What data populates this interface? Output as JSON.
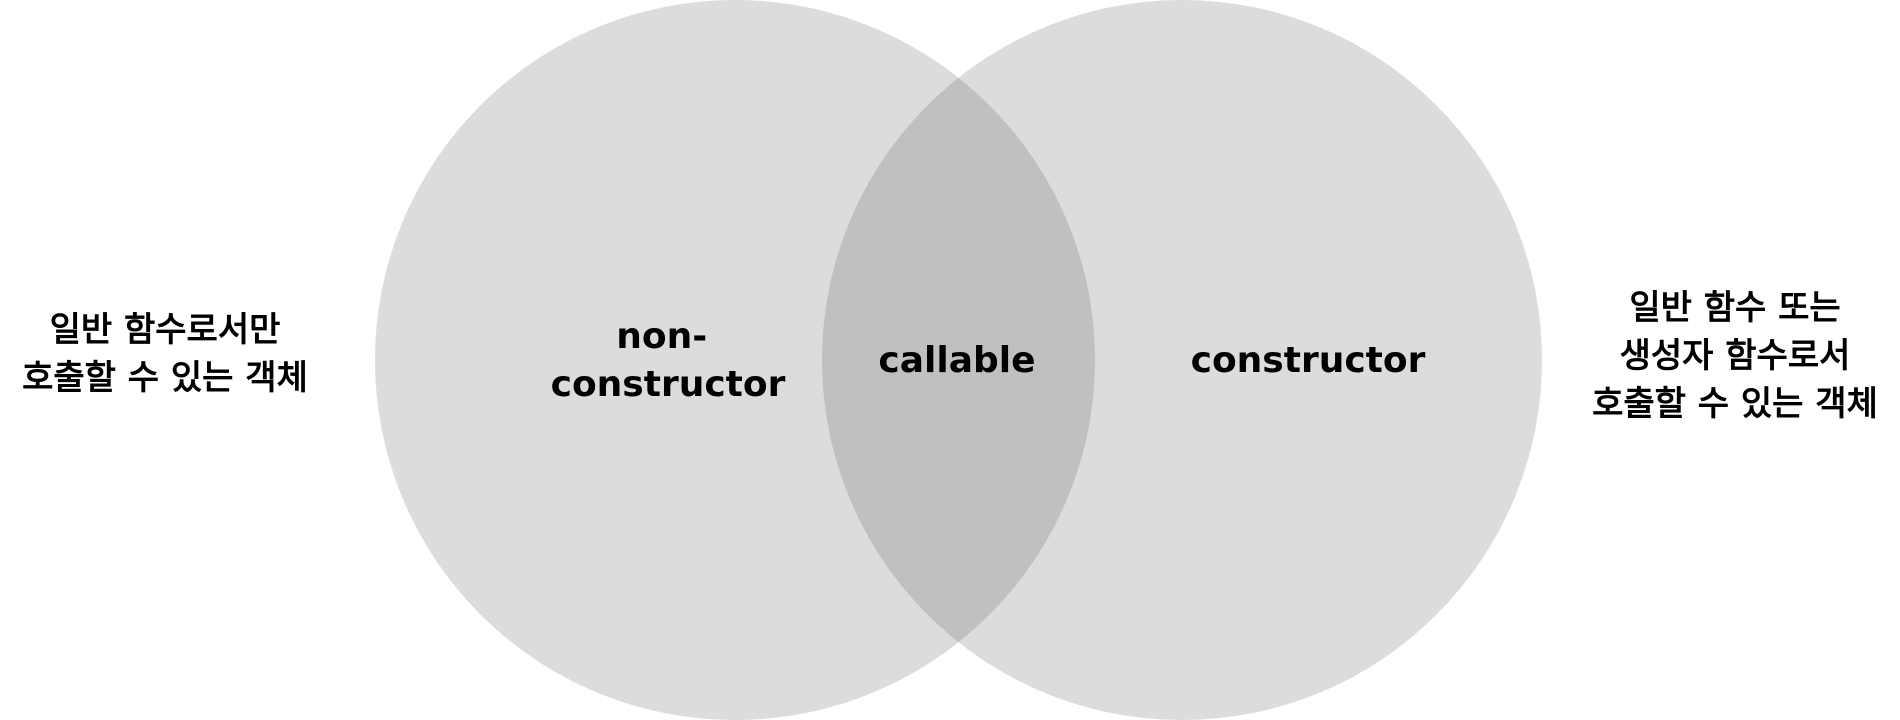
{
  "diagram": {
    "left_set_label": "non-\nconstructor",
    "intersection_label": "callable",
    "right_set_label": "constructor",
    "left_description": "일반 함수로서만\n호출할 수 있는 객체",
    "right_description": "일반 함수 또는\n생성자 함수로서\n호출할 수 있는 객체",
    "colors": {
      "circle_fill": "#d3d3d3",
      "overlap_fill": "#c0c0c0",
      "text": "#000000"
    }
  }
}
